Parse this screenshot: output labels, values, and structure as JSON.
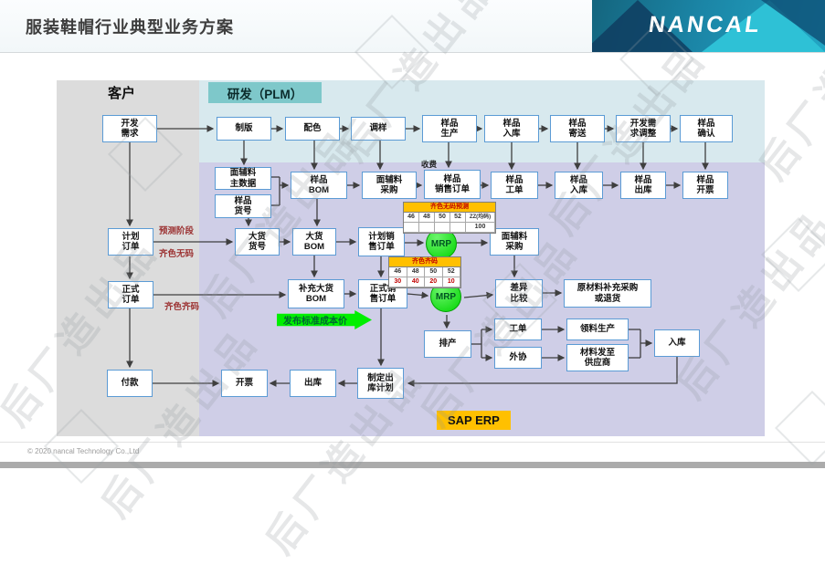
{
  "header": {
    "title": "服装鞋帽行业典型业务方案",
    "brand": "NANCAL"
  },
  "lanes": {
    "customer": "客户",
    "plm": "研发（PLM）",
    "erp_badge": "SAP ERP"
  },
  "boxes": {
    "dev_req": "开发\n需求",
    "plate": "制版",
    "coloring": "配色",
    "sample_adjust": "调样",
    "sample_prod": "样品\n生产",
    "sample_in1": "样品\n入库",
    "sample_send": "样品\n寄送",
    "dev_req_adjust": "开发需\n求调整",
    "sample_confirm": "样品\n确认",
    "fabric_master": "面辅料\n主数据",
    "sample_no": "样品\n货号",
    "sample_bom": "样品\nBOM",
    "fabric_purchase1": "面辅料\n采购",
    "sample_sales_order": "样品\n销售订单",
    "sample_work_order": "样品\n工单",
    "sample_in2": "样品\n入库",
    "sample_out": "样品\n出库",
    "sample_invoice": "样品\n开票",
    "plan_order": "计划\n订单",
    "bulk_no": "大货\n货号",
    "bulk_bom": "大货\nBOM",
    "plan_sales_order": "计划销\n售订单",
    "fabric_purchase2": "面辅料\n采购",
    "formal_order": "正式\n订单",
    "supp_bulk_bom": "补充大货\nBOM",
    "formal_sales_order": "正式销\n售订单",
    "diff_compare": "差异\n比较",
    "raw_material_supp": "原材料补充采购\n或退货",
    "scheduling": "排产",
    "work_order": "工单",
    "outsourcing": "外协",
    "picking_prod": "领料生产",
    "material_to_supplier": "材料发至\n供应商",
    "stock_in": "入库",
    "payment": "付款",
    "invoicing": "开票",
    "stock_out": "出库",
    "outbound_plan": "制定出\n库计划"
  },
  "annotations": {
    "forecast_stage": "预测阶段",
    "full_color_no_size": "齐色无码",
    "full_color_full_size": "齐色齐码",
    "charge": "收费",
    "publish_std_cost": "发布标准成本价",
    "mrp": "MRP"
  },
  "tables": {
    "no_size_forecast": {
      "title": "齐色无码预测",
      "cols": [
        "46",
        "48",
        "50",
        "52",
        "ZZ(均码)"
      ],
      "values": [
        "",
        "",
        "",
        "",
        "100"
      ]
    },
    "full_size": {
      "title": "齐色齐码",
      "cols": [
        "46",
        "48",
        "50",
        "52"
      ],
      "values": [
        "30",
        "40",
        "20",
        "10"
      ]
    }
  },
  "watermark": {
    "text": "后厂造出品"
  },
  "footer": {
    "copyright": "© 2020 nancal Technology Co.,Ltd"
  }
}
